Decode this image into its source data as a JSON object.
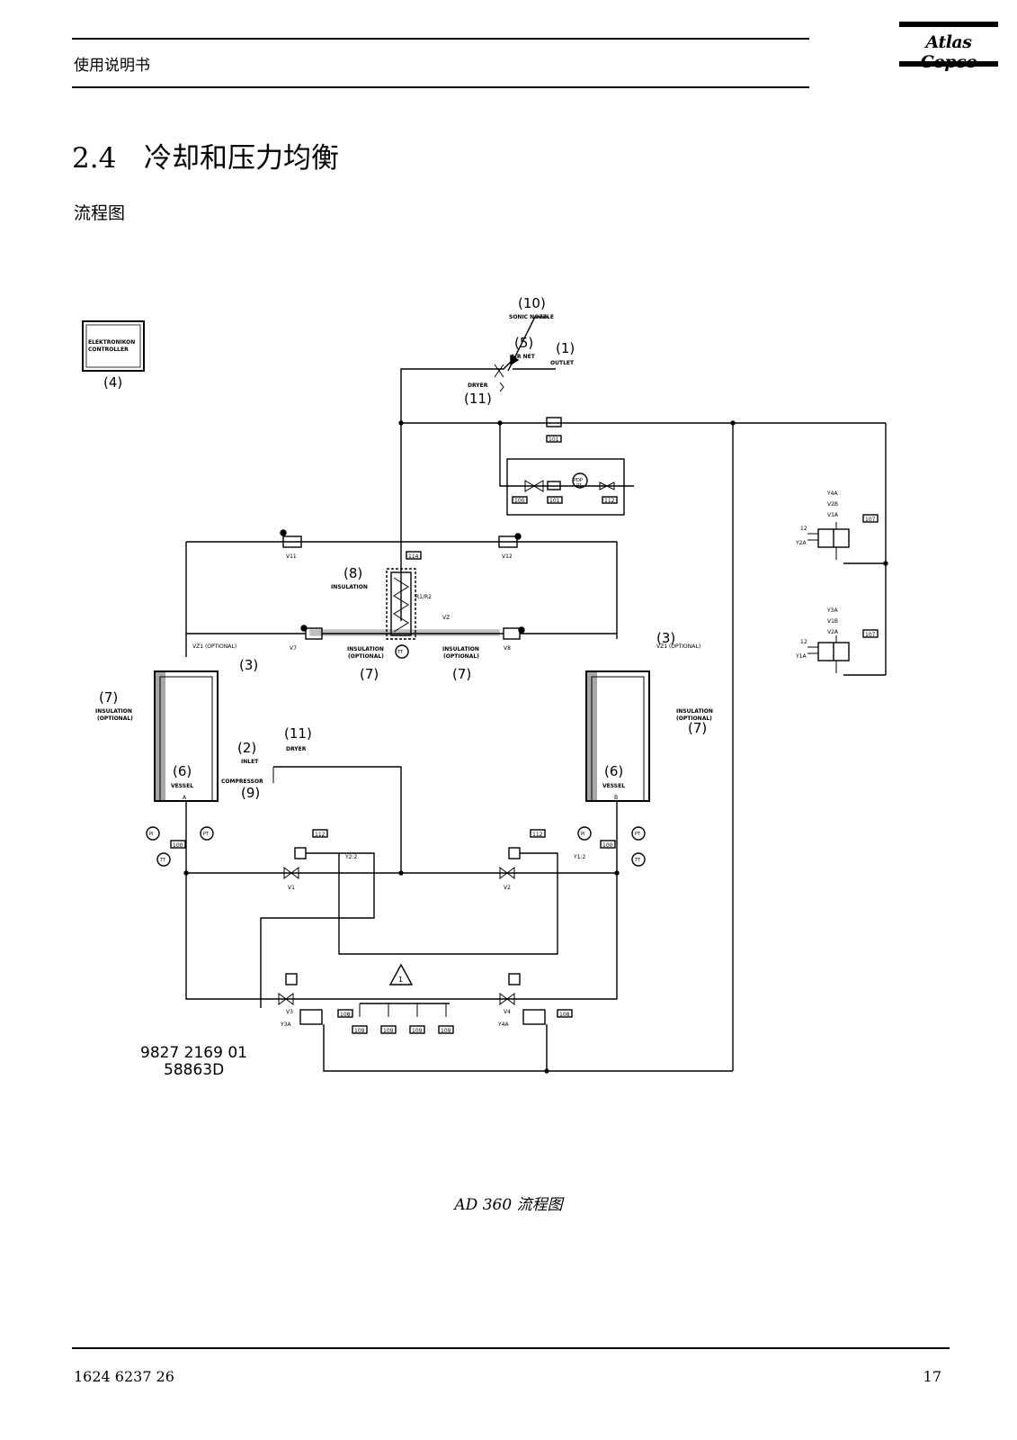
{
  "header": {
    "label": "使用说明书",
    "brand": "Atlas Copco"
  },
  "section": {
    "number": "2.4",
    "title": "冷却和压力均衡"
  },
  "subtitle": "流程图",
  "diagram": {
    "controller_box": "ELEKTRONIKON CONTROLLER",
    "labels": {
      "sonic_nozzle": "SONIC NOZZLE",
      "air_net": "AIR NET",
      "outlet": "OUTLET",
      "dryer": "DRYER",
      "inlet": "INLET",
      "compressor": "COMPRESSOR",
      "insulation": "INSULATION",
      "insulation_optional": "INSULATION (OPTIONAL)",
      "vessel": "VESSEL",
      "vessel_a": "A",
      "vessel_b": "B",
      "r1r2": "R1/R2",
      "v7": "V7",
      "v8": "V8",
      "v11": "V11",
      "v12": "V12",
      "v1": "V1",
      "v2": "V2",
      "v3": "V3",
      "v4": "V4",
      "y3a": "Y3A",
      "y4a": "Y4A",
      "y1a": "Y1A",
      "y2a": "Y2A",
      "y2_2": "Y2:2",
      "y1_2": "Y1:2",
      "vz1": "VZ1 (OPTIONAL)",
      "vz": "VZ",
      "valve_block_top": [
        "Y4A",
        "V2B",
        "V1A"
      ],
      "valve_block_bottom": [
        "Y3A",
        "V1B",
        "V2A"
      ]
    },
    "callouts": [
      "(1)",
      "(2)",
      "(3)",
      "(4)",
      "(5)",
      "(6)",
      "(7)",
      "(8)",
      "(9)",
      "(10)",
      "(11)"
    ],
    "tags": [
      "101",
      "100",
      "101",
      "112",
      "114",
      "107",
      "107",
      "112",
      "112",
      "100",
      "100",
      "108",
      "108",
      "109",
      "109",
      "109",
      "109"
    ],
    "instruments": [
      "PDP 01",
      "PT 01",
      "PT 02",
      "TT 08",
      "TT 07",
      "PI 01",
      "PI 02",
      "TT 02"
    ],
    "drawing_number": "9827 2169 01",
    "drawing_code": "58863D",
    "warning_num": "1"
  },
  "caption": "AD 360 流程图",
  "footer": {
    "doc_number": "1624 6237 26",
    "page": "17"
  }
}
